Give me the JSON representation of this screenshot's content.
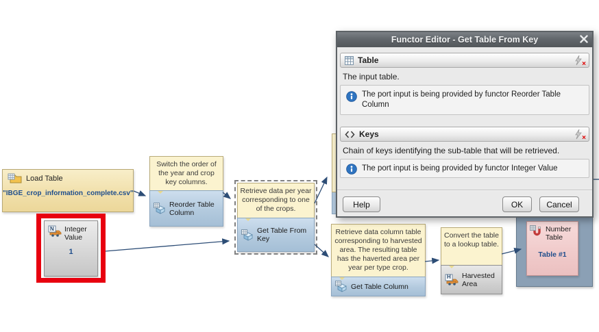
{
  "canvas": {
    "nodes": {
      "load_table": {
        "title": "Load Table",
        "value": "\"IBGE_crop_information_complete.csv\""
      },
      "integer_value": {
        "title": "Integer Value",
        "value": "1",
        "icon_letter": "N"
      },
      "reorder_table_column": {
        "note": "Switch the order of the year and crop key columns.",
        "title": "Reorder Table Column"
      },
      "get_table_from_key": {
        "note": "Retrieve data per year corresponding to one of the crops.",
        "title": "Get Table From Key"
      },
      "get_table_column": {
        "note": "Retrieve data column table corresponding to harvested area. The resulting table has the haverted area per year per type crop.",
        "title": "Get Table Column"
      },
      "harvested_area": {
        "note": "Convert the table to a lookup table.",
        "title": "Harvested Area",
        "icon_letter": "H"
      },
      "number_table": {
        "title": "Number Table",
        "value": "Table #1"
      }
    }
  },
  "dialog": {
    "title": "Functor Editor - Get Table From Key",
    "sections": [
      {
        "title": "Table",
        "description": "The input table.",
        "info": "The port input is being provided by functor Reorder Table Column"
      },
      {
        "title": "Keys",
        "description": "Chain of keys identifying the sub-table that will be retrieved.",
        "info": "The port input is being provided by functor Integer Value"
      }
    ],
    "buttons": {
      "help": "Help",
      "ok": "OK",
      "cancel": "Cancel"
    }
  },
  "icons": {
    "error_x": "×"
  },
  "colors": {
    "connection_line": "#2d4d76",
    "highlight_red": "#e8000f",
    "value_text_blue": "#1f4e8c",
    "note_yellow": "#fbf3cf",
    "functor_blue": "#b3cade",
    "result_pink": "#f0caca",
    "panel_slate": "#8ba0b5"
  }
}
